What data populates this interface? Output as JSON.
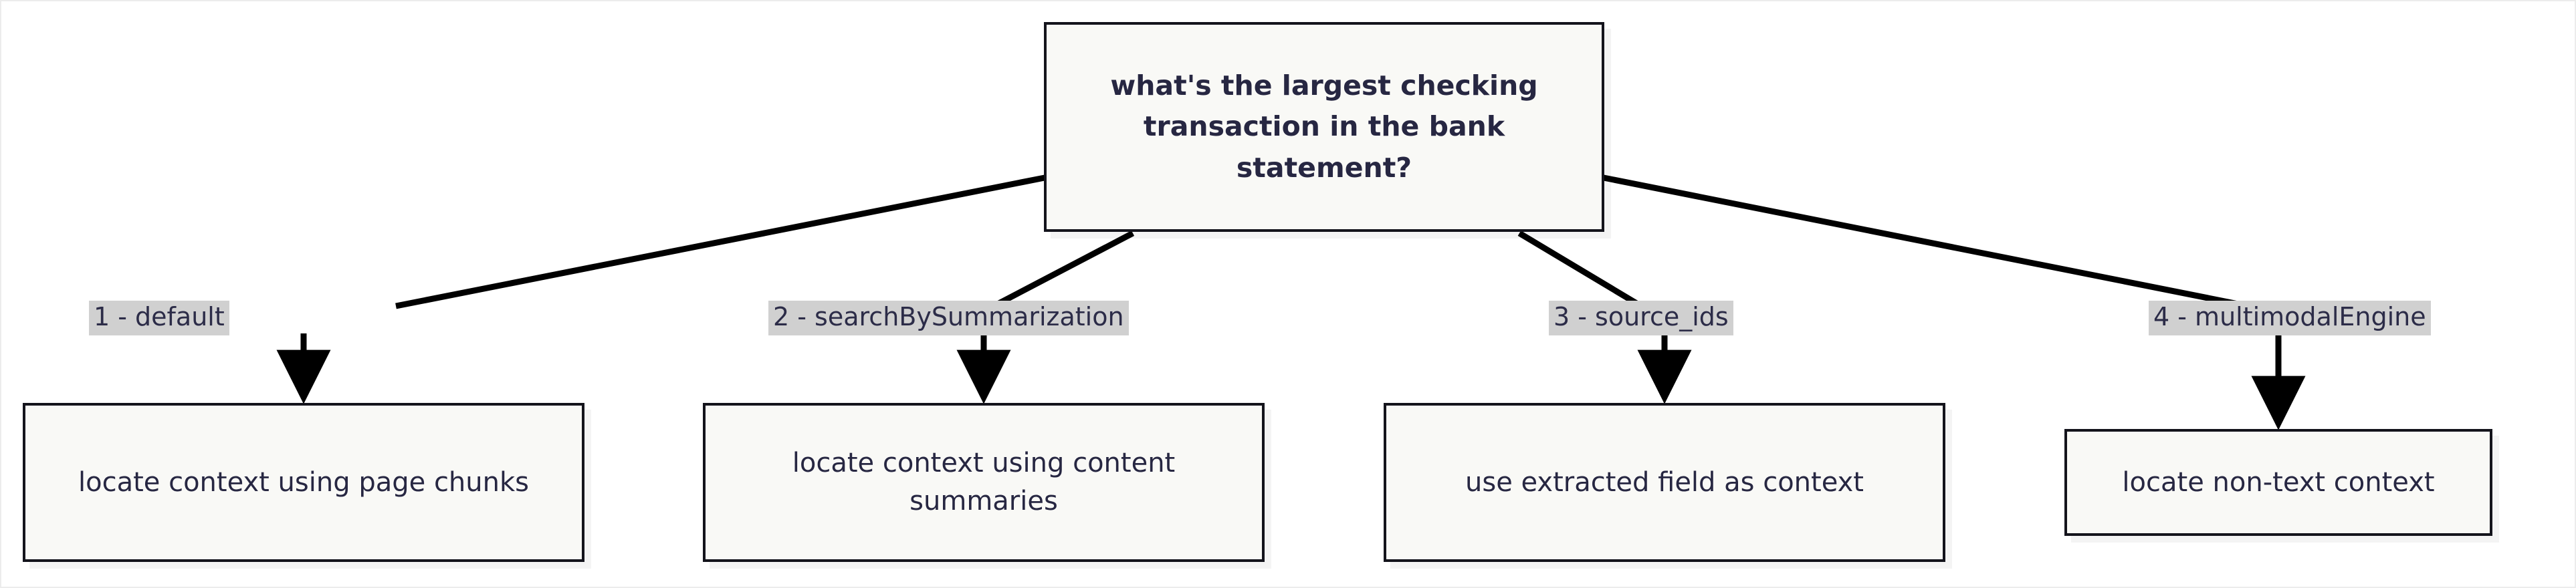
{
  "diagram": {
    "type": "flowchart",
    "direction": "top-down",
    "background_color": "#ffffff",
    "node_fill_color": "#f9f9f6",
    "node_border_color": "#14141c",
    "edge_color": "#000000",
    "label_background_color": "#d0d0d0",
    "text_color": "#272742",
    "root": {
      "id": "question",
      "text": "what's the largest checking transaction in the bank statement?"
    },
    "edges": [
      {
        "id": "edge-1",
        "from": "question",
        "to": "leaf-1",
        "label": "1 - default"
      },
      {
        "id": "edge-2",
        "from": "question",
        "to": "leaf-2",
        "label": "2 - searchBySummarization"
      },
      {
        "id": "edge-3",
        "from": "question",
        "to": "leaf-3",
        "label": "3 - source_ids"
      },
      {
        "id": "edge-4",
        "from": "question",
        "to": "leaf-4",
        "label": "4 - multimodalEngine"
      }
    ],
    "leaves": [
      {
        "id": "leaf-1",
        "text": "locate context using page chunks"
      },
      {
        "id": "leaf-2",
        "text": "locate context using content summaries"
      },
      {
        "id": "leaf-3",
        "text": "use extracted field as context"
      },
      {
        "id": "leaf-4",
        "text": "locate non-text context"
      }
    ]
  }
}
